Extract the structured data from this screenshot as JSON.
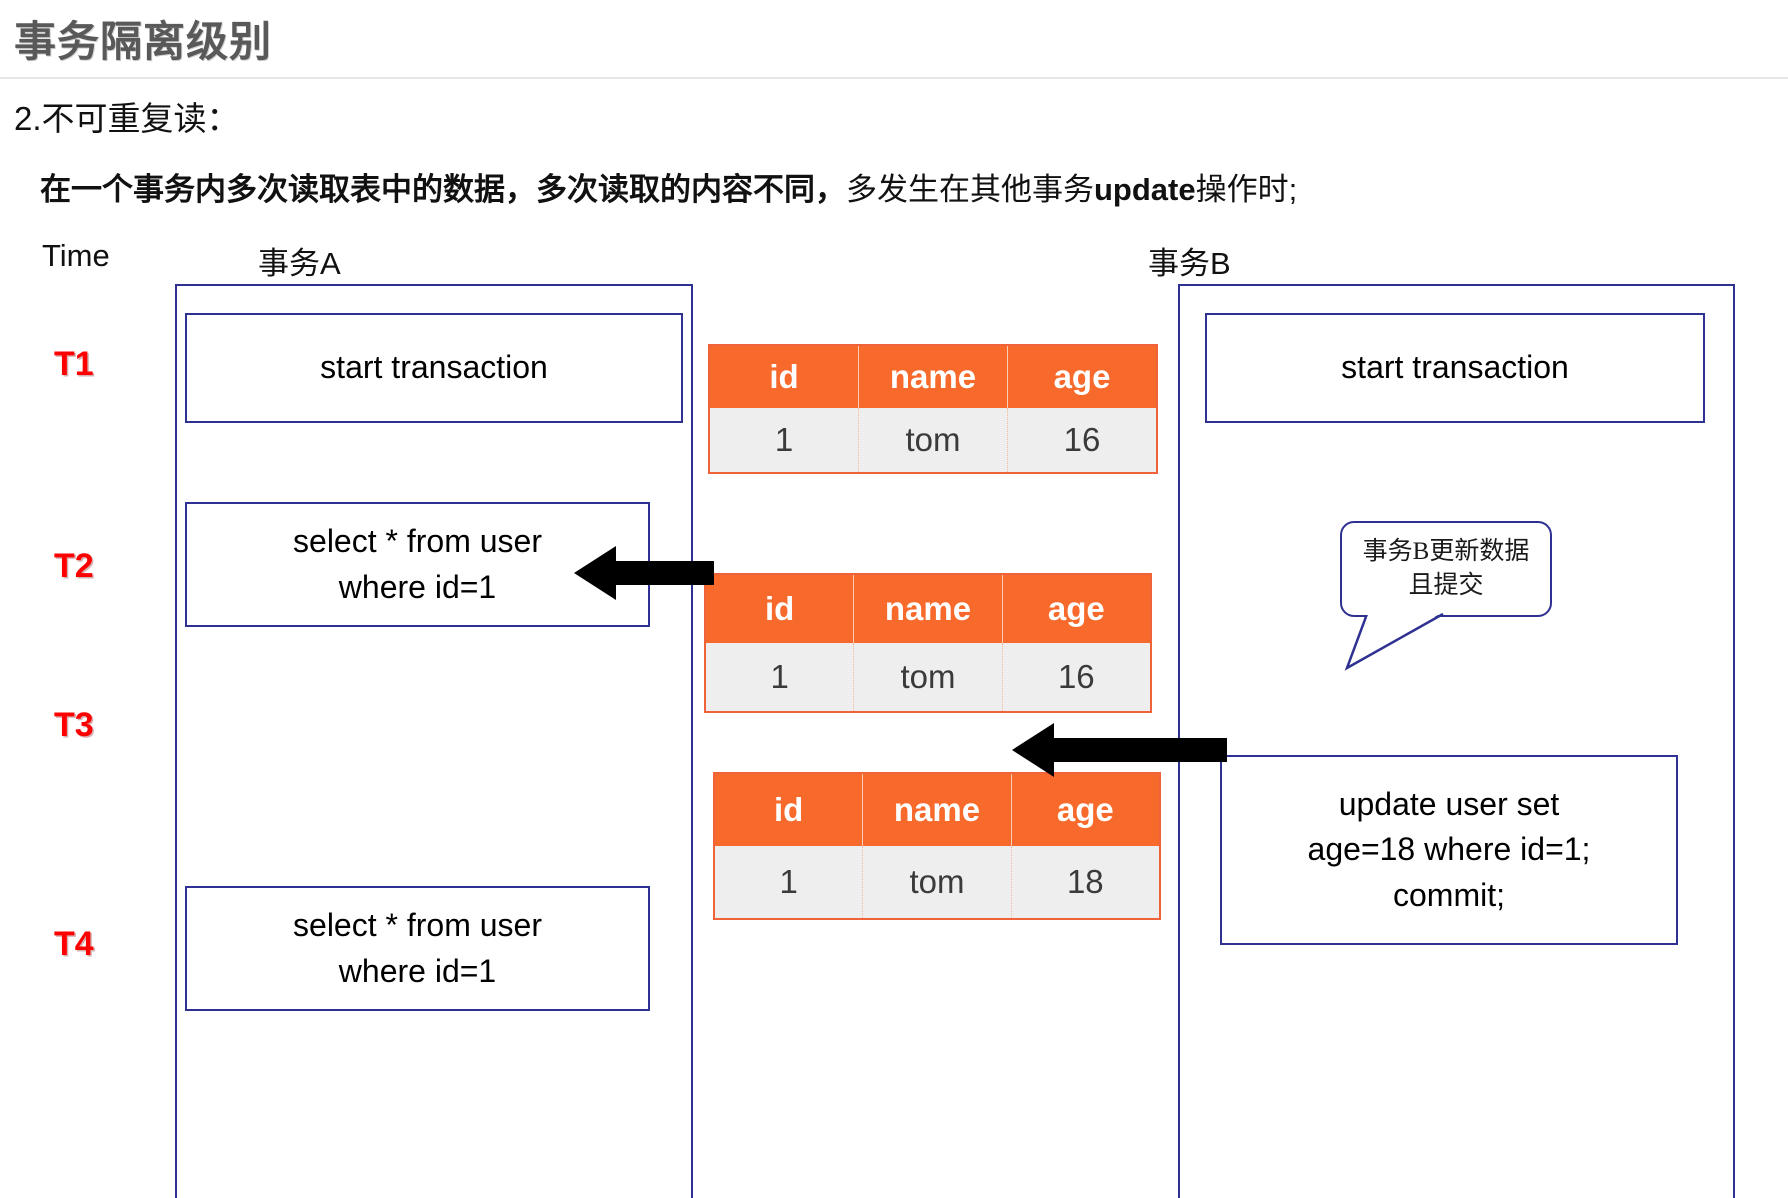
{
  "header": {
    "title": "事务隔离级别",
    "section": "2.不可重复读：",
    "lead_bold": "在一个事务内多次读取表中的数据，多次读取的内容不同，",
    "lead_normal_1": "多发生在其他事务",
    "lead_bold_2": "update",
    "lead_normal_2": "操作时;"
  },
  "columns": {
    "time_label": "Time",
    "transaction_a": "事务A",
    "transaction_b": "事务B"
  },
  "timeline": {
    "t1": "T1",
    "t2": "T2",
    "t3": "T3",
    "t4": "T4"
  },
  "transaction_a": {
    "t1_statement": "start transaction",
    "t2_statement_line1": "select * from user",
    "t2_statement_line2": "where id=1",
    "t4_statement_line1": "select * from user",
    "t4_statement_line2": "where id=1"
  },
  "transaction_b": {
    "t1_statement": "start transaction",
    "t3_statement_line1": "update user set",
    "t3_statement_line2": "age=18 where id=1;",
    "t3_statement_line3": "commit;",
    "bubble_line1": "事务B更新数据",
    "bubble_line2": "且提交"
  },
  "tables": {
    "headers": [
      "id",
      "name",
      "age"
    ],
    "t1_row": [
      "1",
      "tom",
      "16"
    ],
    "t2_row": [
      "1",
      "tom",
      "16"
    ],
    "t3_row": [
      "1",
      "tom",
      "18"
    ]
  },
  "colors": {
    "table_header_orange": "#f86a2b",
    "table_border_orange": "#f0623a",
    "table_body_gray": "#eeeeee",
    "box_border_navy": "#2e3192",
    "time_red": "#ff0000",
    "title_gray": "#595959"
  }
}
